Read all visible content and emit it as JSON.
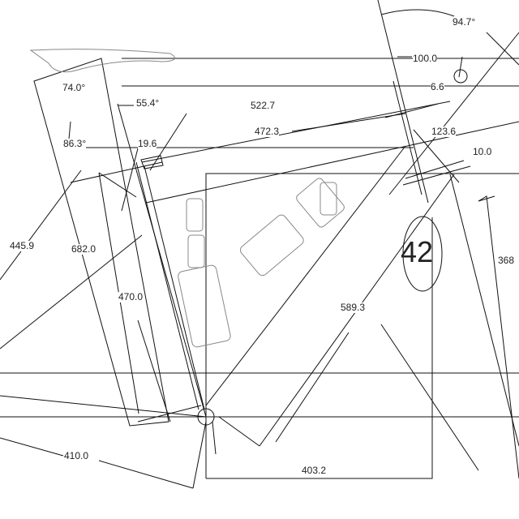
{
  "drawing": {
    "size_label": "42",
    "dimensions": {
      "head_angle": "94.7°",
      "stem_length": "100.0",
      "spacer": "6.6",
      "seat_angle": "74.0°",
      "offset_angle": "55.4°",
      "top_tube_horizontal": "522.7",
      "top_tube": "472.3",
      "seat_tube_angle_2": "86.3°",
      "seat_offset": "19.6",
      "head_tube": "123.6",
      "headset": "10.0",
      "reach_diag": "445.9",
      "seat_height": "682.0",
      "seat_tube": "470.0",
      "down_tube": "589.3",
      "fork_length": "368",
      "chainstay": "410.0",
      "reach": "403.2"
    },
    "line_color": "#111111",
    "bottle_color": "#888888"
  }
}
